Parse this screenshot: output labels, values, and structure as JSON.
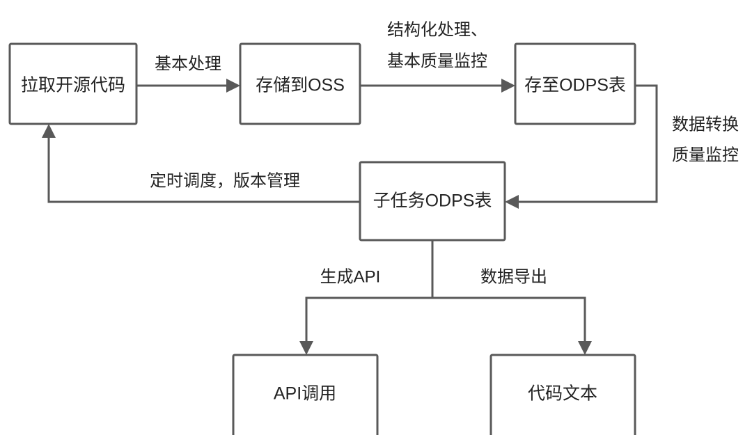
{
  "diagram": {
    "type": "flowchart",
    "background_color": "#ffffff",
    "stroke_color": "#595959",
    "text_color": "#222222",
    "nodes": [
      {
        "id": "pull_code",
        "label": "拉取开源代码"
      },
      {
        "id": "store_oss",
        "label": "存储到OSS"
      },
      {
        "id": "store_odps",
        "label": "存至ODPS表"
      },
      {
        "id": "subtask_odps",
        "label": "子任务ODPS表"
      },
      {
        "id": "api_call",
        "label": "API调用"
      },
      {
        "id": "code_text",
        "label": "代码文本"
      }
    ],
    "edge_labels": {
      "basic_processing": "基本处理",
      "structured_1": "结构化处理、",
      "structured_2": "基本质量监控",
      "transform_1": "数据转换",
      "transform_2": "质量监控",
      "schedule_version": "定时调度，版本管理",
      "generate_api": "生成API",
      "data_export": "数据导出"
    },
    "edges": [
      {
        "from": "pull_code",
        "to": "store_oss",
        "label": "基本处理"
      },
      {
        "from": "store_oss",
        "to": "store_odps",
        "label": "结构化处理、基本质量监控"
      },
      {
        "from": "store_odps",
        "to": "subtask_odps",
        "label": "数据转换质量监控"
      },
      {
        "from": "subtask_odps",
        "to": "pull_code",
        "label": "定时调度，版本管理"
      },
      {
        "from": "subtask_odps",
        "to": "api_call",
        "label": "生成API"
      },
      {
        "from": "subtask_odps",
        "to": "code_text",
        "label": "数据导出"
      }
    ]
  }
}
